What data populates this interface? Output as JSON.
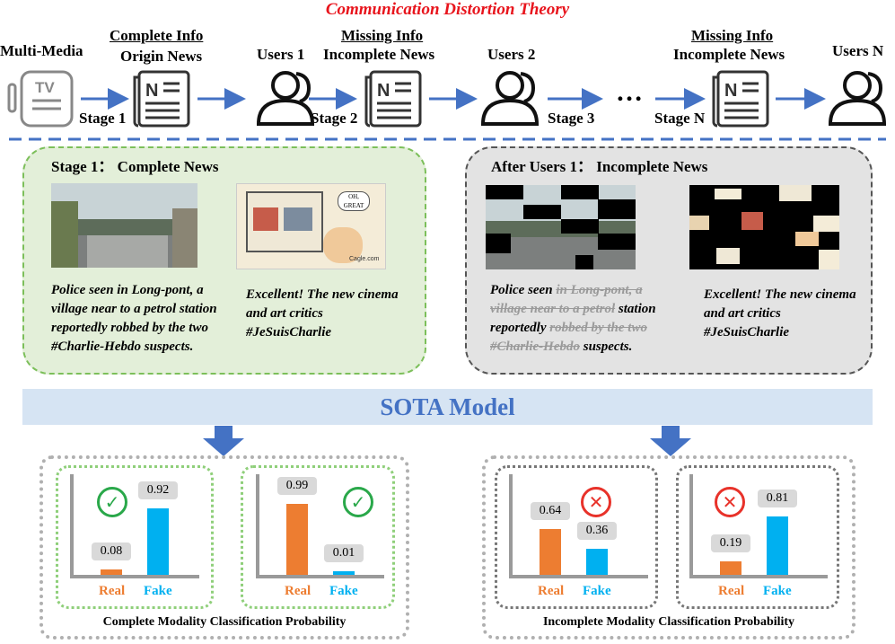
{
  "title": "Communication Distortion Theory",
  "flow": {
    "source": "Multi-Media",
    "complete_info": "Complete Info",
    "origin_news": "Origin News",
    "users1": "Users 1",
    "missing_info_1": "Missing Info",
    "incomplete_news_1": "Incomplete News",
    "users2": "Users 2",
    "missing_info_n": "Missing Info",
    "incomplete_news_n": "Incomplete News",
    "usersN": "Users N",
    "stage1": "Stage 1",
    "stage2": "Stage 2",
    "stage3": "Stage 3",
    "stageN": "Stage N",
    "ellipsis": "…",
    "tv_text": "TV"
  },
  "panel_left": {
    "header": "Stage 1： Complete News",
    "caption1": "Police seen in Long-pont, a village near to a petrol station reportedly robbed by the two #Charlie-Hebdo suspects.",
    "caption2": "Excellent! The new cinema and art critics #JeSuisCharlie",
    "bubble": "OH, GREAT",
    "credit": "Cagle.com"
  },
  "panel_right": {
    "header": "After Users 1： Incomplete News",
    "cap1_a": "Police seen ",
    "cap1_strike1": "in Long-pont, a village near to a petrol",
    "cap1_b": "station reportedly ",
    "cap1_strike2": "robbed by the two #Charlie-Hebdo",
    "cap1_c": "suspects.",
    "caption2": "Excellent! The new cinema and art critics #JeSuisCharlie"
  },
  "model": "SOTA Model",
  "results": {
    "complete_footer": "Complete Modality Classification Probability",
    "incomplete_footer": "Incomplete Modality Classification Probability",
    "real_label": "Real",
    "fake_label": "Fake",
    "check_symbol": "✓",
    "cross_symbol": "✕"
  },
  "colors": {
    "real": "#ed7d31",
    "fake": "#00b0f0",
    "arrow": "#4472c4",
    "title": "#e8141c",
    "check": "#2aa84a",
    "cross": "#e8322a",
    "green_panel": "#e3efd9",
    "gray_panel": "#e3e3e3"
  },
  "chart_data": [
    {
      "type": "bar",
      "categories": [
        "Real",
        "Fake"
      ],
      "values": [
        0.08,
        0.92
      ],
      "status": "correct"
    },
    {
      "type": "bar",
      "categories": [
        "Real",
        "Fake"
      ],
      "values": [
        0.99,
        0.01
      ],
      "status": "correct"
    },
    {
      "type": "bar",
      "categories": [
        "Real",
        "Fake"
      ],
      "values": [
        0.64,
        0.36
      ],
      "status": "incorrect"
    },
    {
      "type": "bar",
      "categories": [
        "Real",
        "Fake"
      ],
      "values": [
        0.19,
        0.81
      ],
      "status": "incorrect"
    }
  ]
}
